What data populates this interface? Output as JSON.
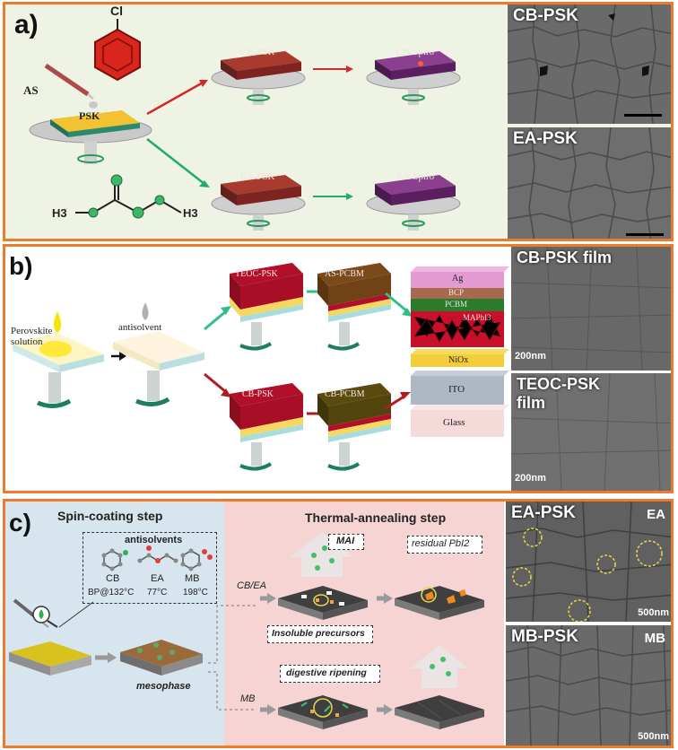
{
  "panel_a": {
    "tag": "a)",
    "antisolvent_label": "AS",
    "psk_label": "PSK",
    "cb_psk": "CB-PSK",
    "cb_spiro": "CB-Spiro",
    "ea_psk": "EA-PSK",
    "ea_spiro": "EA-Spiro",
    "chlorine": "Cl",
    "h3_left": "H3",
    "h3_right": "H3",
    "sem_top_label": "CB-PSK",
    "sem_bottom_label": "EA-PSK"
  },
  "panel_b": {
    "tag": "b)",
    "perovskite_solution": "Perovskite\nsolution",
    "antisolvent": "antisolvent",
    "teoc_psk": "TEOC-PSK",
    "as_pcbm": "AS-PCBM",
    "cb_psk": "CB-PSK",
    "cb_pcbm": "CB-PCBM",
    "stack_layers": [
      "Ag",
      "BCP",
      "PCBM",
      "MAPbI3",
      "NiOx",
      "ITO",
      "Glass"
    ],
    "sem_top_label": "CB-PSK film",
    "sem_top_scale": "200nm",
    "sem_bottom_label": "TEOC-PSK\nfilm",
    "sem_bottom_scale": "200nm"
  },
  "panel_c": {
    "tag": "c)",
    "spin_title": "Spin-coating step",
    "thermal_title": "Thermal-annealing step",
    "antisolvents_title": "antisolvents",
    "solvents": [
      {
        "name": "CB",
        "bp": "BP@132°C"
      },
      {
        "name": "EA",
        "bp": "77°C"
      },
      {
        "name": "MB",
        "bp": "198°C"
      }
    ],
    "mesophase": "mesophase",
    "cb_ea": "CB/EA",
    "mb": "MB",
    "mai": "MAI",
    "residual": "residual PbI2",
    "insoluble": "Insoluble precursors",
    "digestive": "digestive ripening",
    "sem_top_label": "EA-PSK",
    "sem_top_inset": "EA",
    "sem_top_scale": "500nm",
    "sem_bottom_label": "MB-PSK",
    "sem_bottom_inset": "MB",
    "sem_bottom_scale": "500nm"
  }
}
